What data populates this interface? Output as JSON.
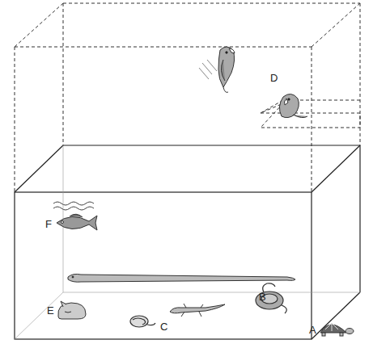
{
  "diagram": {
    "labels": [
      "D",
      "F",
      "B",
      "E",
      "C",
      "A"
    ]
  }
}
